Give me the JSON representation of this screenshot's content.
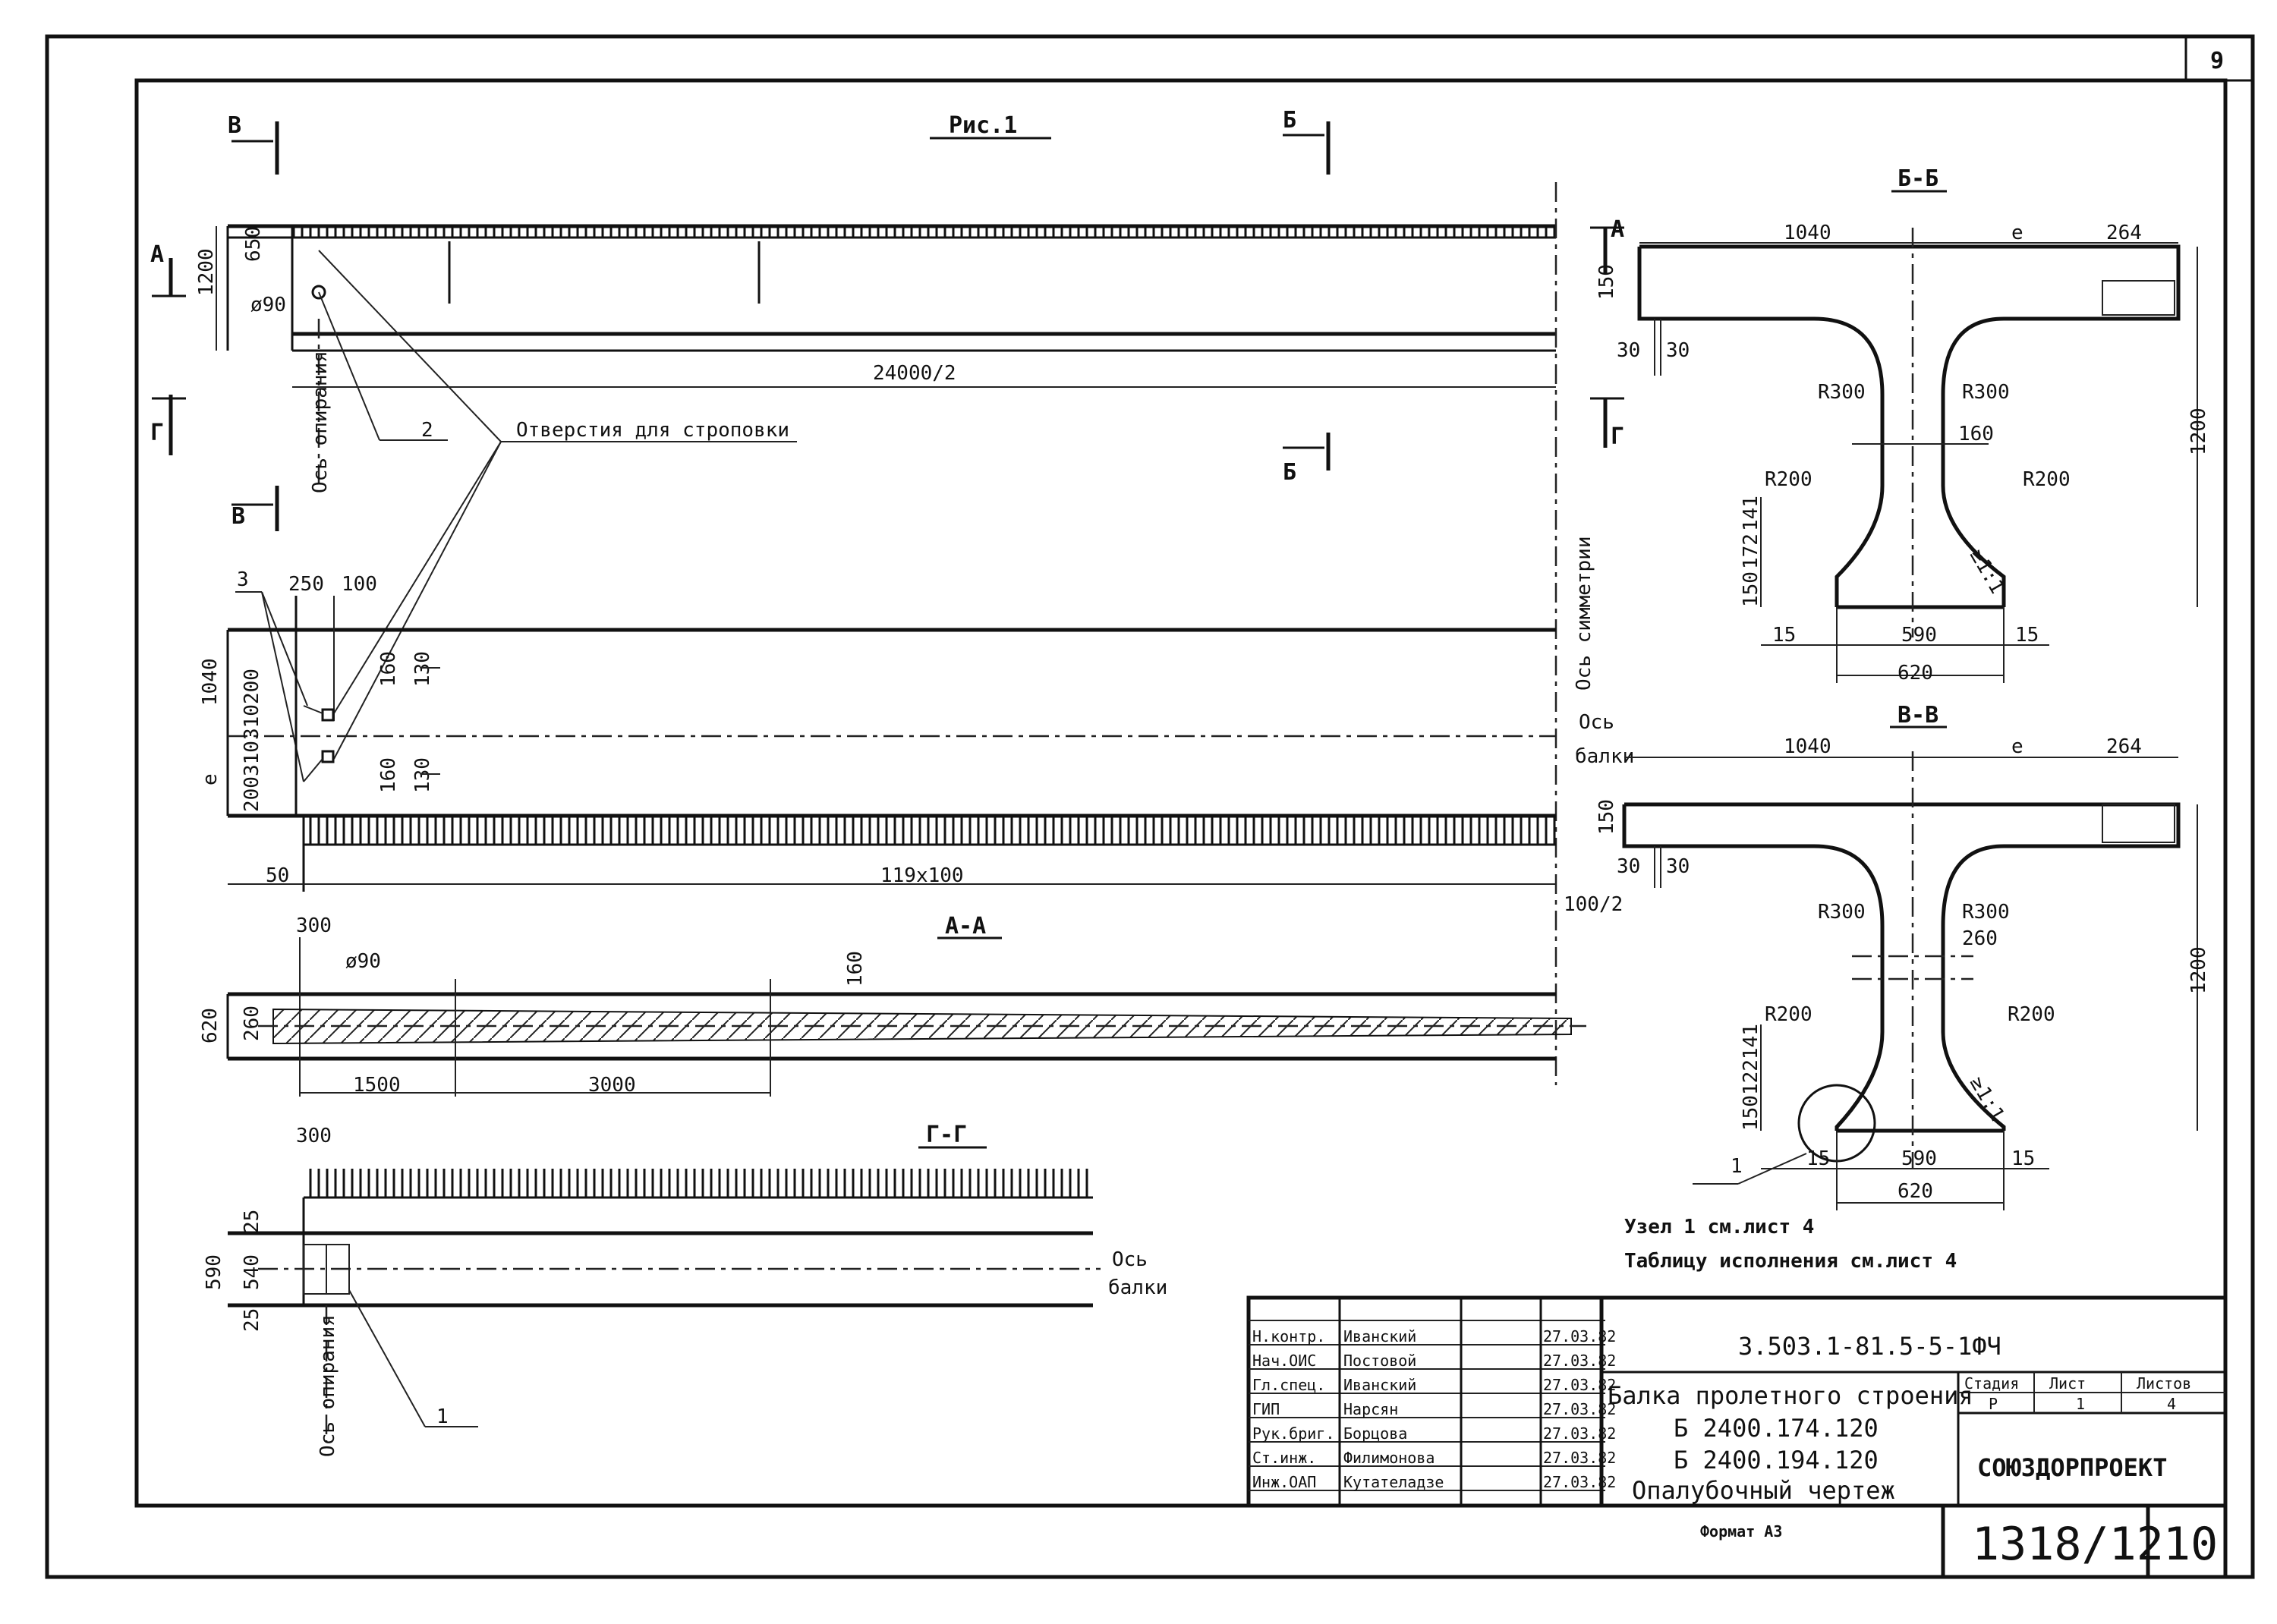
{
  "sheet_number_top": "9",
  "figure_title": "Рис.1",
  "section_labels": {
    "v_left_top": "В",
    "v_left_bottom": "В",
    "b_top": "Б",
    "b_bottom": "Б",
    "a_left": "А",
    "a_right": "А",
    "g_left": "Г",
    "g_right": "Г"
  },
  "elevation": {
    "dim_height": "1200",
    "dim_650": "650",
    "dim_hole": "ø90",
    "dim_length": "24000/2",
    "callout_2": "2",
    "holes_label": "Отверстия для строповки",
    "axis_support": "Ось опирания",
    "axis_symmetry": "Ось симметрии"
  },
  "plan": {
    "callout_3": "3",
    "dim_250": "250",
    "dim_100": "100",
    "dim_1040": "1040",
    "dim_310200": "310200",
    "dim_200310": "200310",
    "dim_e": "e",
    "dim_160a": "160",
    "dim_130a": "130",
    "dim_160b": "160",
    "dim_130b": "130",
    "dim_50": "50",
    "dim_119x100": "119x100",
    "dim_100_2": "100/2",
    "axis_beam_1": "Ось",
    "axis_beam_2": "балки"
  },
  "section_aa": {
    "title": "А-А",
    "dim_300": "300",
    "dim_hole": "ø90",
    "dim_160": "160",
    "dim_620": "620",
    "dim_260": "260",
    "dim_1500": "1500",
    "dim_3000": "3000"
  },
  "section_gg": {
    "title": "Г-Г",
    "dim_300": "300",
    "dim_25a": "25",
    "dim_540": "540",
    "dim_590": "590",
    "dim_25b": "25",
    "callout_1": "1",
    "axis_beam_1": "Ось",
    "axis_beam_2": "балки",
    "axis_support": "Ось опирания"
  },
  "section_bb": {
    "title": "Б-Б",
    "dim_1040": "1040",
    "dim_e": "e",
    "dim_264": "264",
    "dim_150": "150",
    "dim_30a": "30",
    "dim_30b": "30",
    "r300_left": "R300",
    "r300_right": "R300",
    "dim_160": "160",
    "r200_left": "R200",
    "r200_right": "R200",
    "dim_1200": "1200",
    "dim_141": "141",
    "dim_172": "172",
    "dim_150b": "150",
    "slope": "≥1:1",
    "dim_15a": "15",
    "dim_590": "590",
    "dim_15b": "15",
    "dim_620": "620"
  },
  "section_vv": {
    "title": "В-В",
    "dim_1040": "1040",
    "dim_e": "e",
    "dim_264": "264",
    "dim_150": "150",
    "dim_30a": "30",
    "dim_30b": "30",
    "r300_left": "R300",
    "r300_right": "R300",
    "dim_260": "260",
    "r200_left": "R200",
    "r200_right": "R200",
    "dim_1200": "1200",
    "dim_150122141": "150122141",
    "slope": "≥1:1",
    "callout_1": "1",
    "dim_15a": "15",
    "dim_590": "590",
    "dim_15b": "15",
    "dim_620": "620"
  },
  "notes": [
    "Узел 1 см.лист 4",
    "Таблицу исполнения см.лист 4"
  ],
  "title_block": {
    "rows": [
      {
        "role": "Н.контр.",
        "name": "Иванский",
        "date": "27.03.82"
      },
      {
        "role": "Нач.ОИС",
        "name": "Постовой",
        "date": "27.03.82"
      },
      {
        "role": "Гл.спец.",
        "name": "Иванский",
        "date": "27.03.82"
      },
      {
        "role": "ГИП",
        "name": "Нарсян",
        "date": "27.03.82"
      },
      {
        "role": "Рук.бриг.",
        "name": "Борцова",
        "date": "27.03.82"
      },
      {
        "role": "Ст.инж.",
        "name": "Филимонова",
        "date": "27.03.82"
      },
      {
        "role": "Инж.ОАП",
        "name": "Кутателадзе",
        "date": "27.03.82"
      }
    ],
    "code": "3.503.1-81.5-5-1ФЧ",
    "title_line1": "Балка пролетного строения",
    "title_line2": "Б 2400.174.120",
    "title_line3": "Б 2400.194.120",
    "title_line4": "Опалубочный чертеж",
    "stage_header": "Стадия",
    "sheet_header": "Лист",
    "sheets_header": "Листов",
    "stage": "Р",
    "sheet": "1",
    "sheets": "4",
    "org": "СОЮЗДОРПРОЕКТ",
    "format": "Формат А3",
    "doc_number": "1318/12",
    "page": "10"
  }
}
